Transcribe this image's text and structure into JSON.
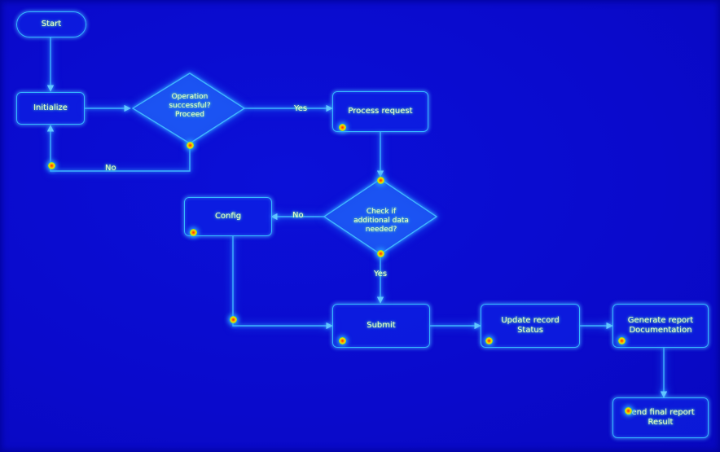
{
  "nodes": {
    "start": "Start",
    "initialize": "Initialize",
    "decision1": "Operation\nsuccessful?\nProceed",
    "process_right": "Process request",
    "decision2": "Check if\nadditional data needed?",
    "config": "Config",
    "submit": "Submit",
    "step_a": "Update record\nStatus",
    "step_b": "Generate report\nDocumentation",
    "end": "Send final report\nResult"
  },
  "edge_labels": {
    "yes_1": "Yes",
    "no_1": "No",
    "no_2": "No",
    "yes_2": "Yes"
  },
  "colors": {
    "background": "#0a0ad2",
    "edge": "#3fb4ff",
    "text": "#e9ffd0"
  }
}
